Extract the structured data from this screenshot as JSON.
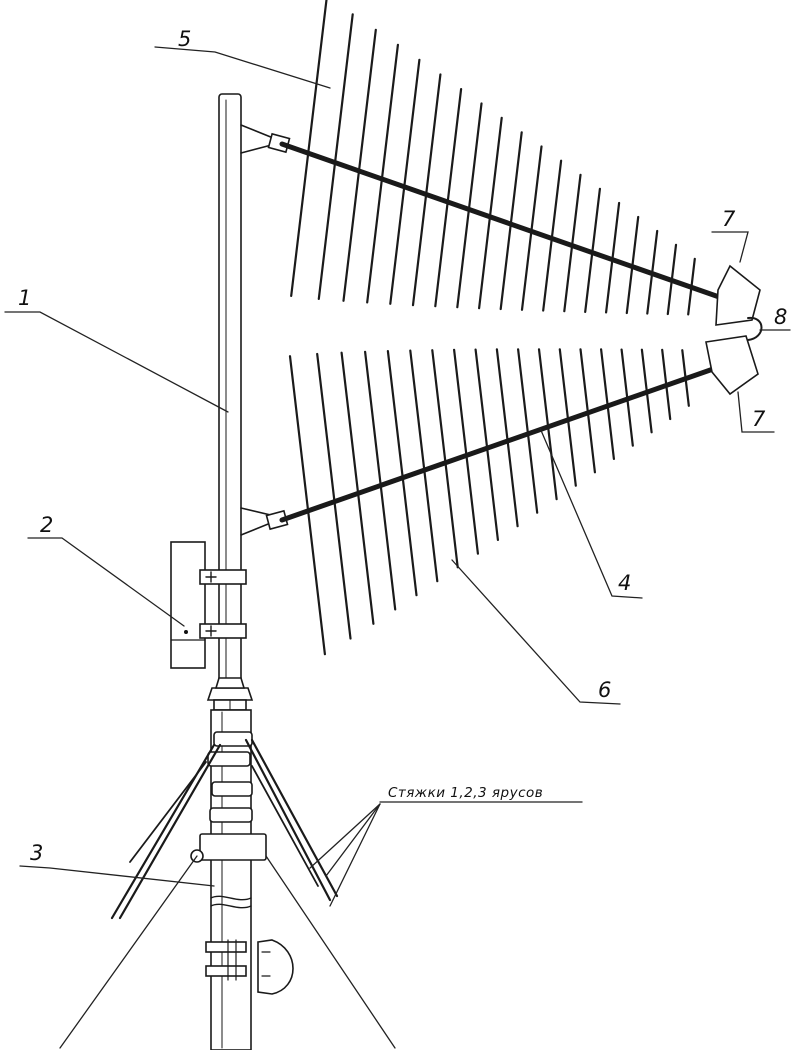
{
  "labels": {
    "l1": "1",
    "l2": "2",
    "l3": "3",
    "l4": "4",
    "l5": "5",
    "l6": "6",
    "l7a": "7",
    "l7b": "7",
    "l8": "8"
  },
  "note": "Стяжки 1,2,3 ярусов"
}
